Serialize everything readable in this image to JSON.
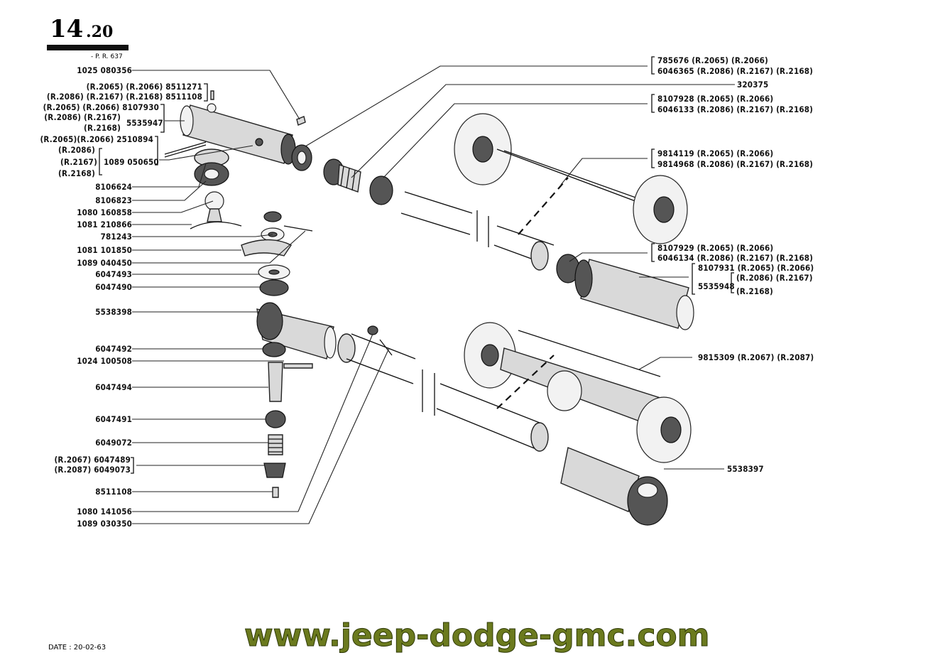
{
  "header": {
    "page_number_main": "14",
    "page_number_sub": ".20",
    "plate_ref": "- P. R. 637"
  },
  "footer": {
    "date": "DATE : 20-02-63",
    "watermark": "www.jeep-dodge-gmc.com"
  },
  "colors": {
    "watermark": "#6b7a1e",
    "ink": "#111111"
  },
  "left_labels": {
    "l01": "1025 080356",
    "l02": "(R.2065) (R.2066) 8511271",
    "l03": "(R.2086) (R.2167) (R.2168) 8511108",
    "l04": "(R.2065) (R.2066) 8107930",
    "l05a": "(R.2086) (R.2167)",
    "l05b": "(R.2168)",
    "l05c": "5535947",
    "l06": "(R.2065)(R.2066) 2510894",
    "l07a": "(R.2086)",
    "l07b": "(R.2167)",
    "l07c": "(R.2168)",
    "l07d": "1089 050650",
    "l08": "8106624",
    "l09": "8106823",
    "l10": "1080 160858",
    "l11": "1081 210866",
    "l12": "781243",
    "l13": "1081 101850",
    "l14": "1089 040450",
    "l15": "6047493",
    "l16": "6047490",
    "l17": "5538398",
    "l18": "6047492",
    "l19": "1024 100508",
    "l20": "6047494",
    "l21": "6047491",
    "l22": "6049072",
    "l23": "(R.2067) 6047489",
    "l24": "(R.2087) 6049073",
    "l25": "8511108",
    "l26": "1080 141056",
    "l27": "1089 030350"
  },
  "right_labels": {
    "r01": "785676 (R.2065) (R.2066)",
    "r02": "6046365 (R.2086) (R.2167) (R.2168)",
    "r03": "320375",
    "r04": "8107928 (R.2065) (R.2066)",
    "r05": "6046133 (R.2086) (R.2167) (R.2168)",
    "r06": "9814119 (R.2065) (R.2066)",
    "r07": "9814968 (R.2086) (R.2167) (R.2168)",
    "r08": "8107929 (R.2065) (R.2066)",
    "r09": "6046134 (R.2086) (R.2167) (R.2168)",
    "r10": "8107931 (R.2065) (R.2066)",
    "r11a": "(R.2086) (R.2167)",
    "r11b": "5535948",
    "r11c": "(R.2168)",
    "r12": "9815309 (R.2067) (R.2087)",
    "r13": "5538397"
  }
}
